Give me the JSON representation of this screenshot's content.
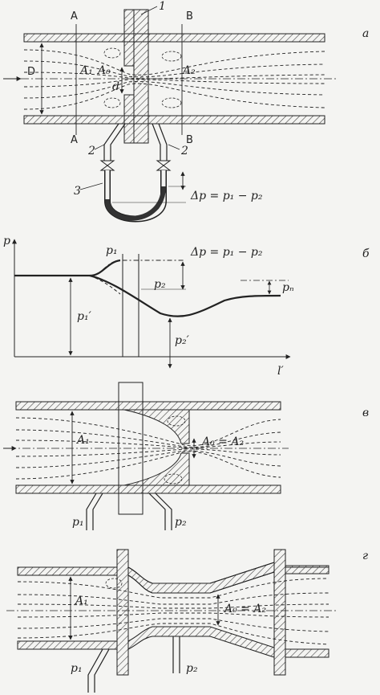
{
  "panels": {
    "a": {
      "letter": "а",
      "section_left_top": "A",
      "section_left_bottom": "A",
      "section_right_top": "B",
      "section_right_bottom": "B",
      "part_1": "1",
      "diameter": "D",
      "area_A1": "A₁",
      "area_A0": "A₀",
      "area_A2": "A₂",
      "orifice_d": "d",
      "tap_left": "2",
      "tap_right": "2",
      "manometer": "3",
      "delta_p": "Δp = p₁ − p₂"
    },
    "b": {
      "letter": "б",
      "axis_p": "p",
      "axis_l": "l′",
      "p1": "p₁",
      "p2": "p₂",
      "p1_prime": "p₁′",
      "p2_prime": "p₂′",
      "pn": "pₙ",
      "delta_p": "Δp = p₁ − p₂"
    },
    "c": {
      "letter": "в",
      "area_A1": "A₁",
      "area_A0_A2": "A₀ = A₂",
      "p1": "p₁",
      "p2": "p₂"
    },
    "d": {
      "letter": "г",
      "area_A1": "A₁",
      "area_A0_A2": "A₀ = A₂",
      "p1": "p₁",
      "p2": "p₂"
    }
  },
  "colors": {
    "ink": "#222222",
    "hatch": "#444444",
    "paper": "#f4f4f2"
  }
}
